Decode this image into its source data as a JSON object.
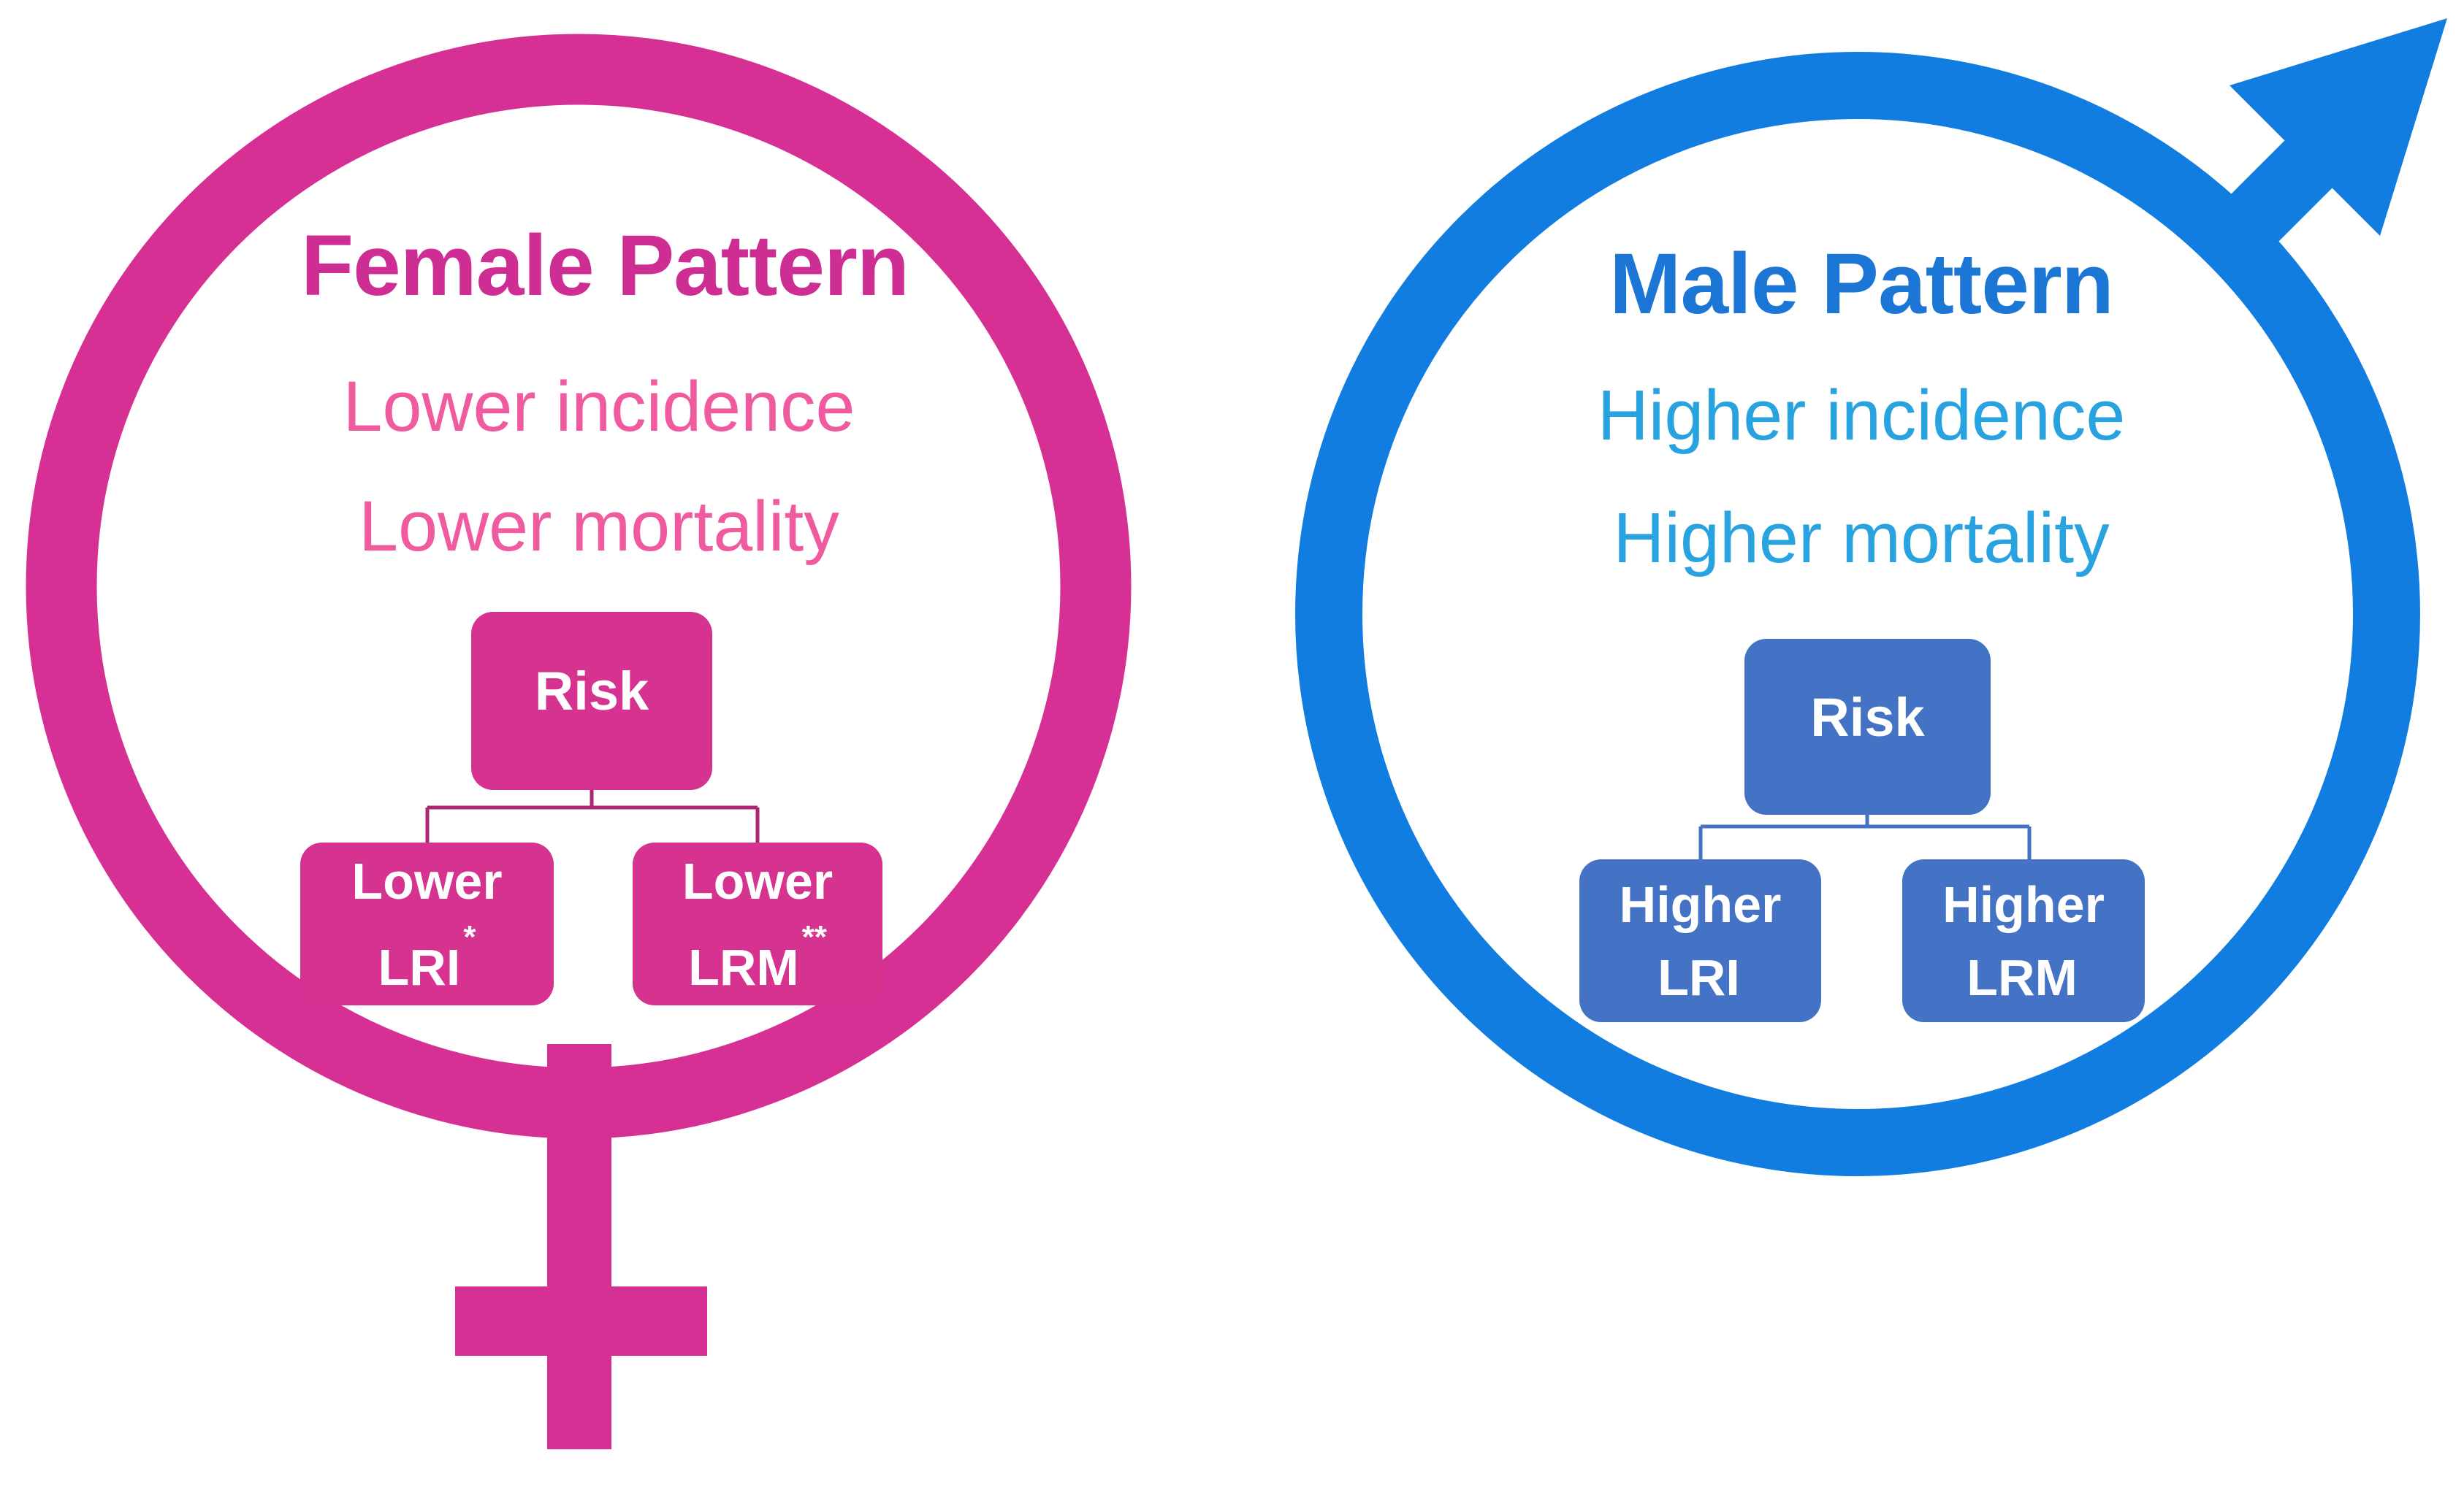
{
  "figure": {
    "background": "#FFFFFF",
    "description": "Female vs male pattern comparison inside gender symbols"
  },
  "female": {
    "symbol_icon": "female-gender-symbol",
    "color_primary": "#D73095",
    "color_title": "#CE2E94",
    "color_subtitle": "#EF5B9E",
    "color_box": "#D5338F",
    "color_connector": "#AD2673",
    "title": "Female Pattern",
    "subtitle1": "Lower incidence",
    "subtitle2": "Lower mortality",
    "tree": {
      "root_label": "Risk",
      "children": [
        {
          "line1": "Lower",
          "line2": "LRI",
          "sup": "*"
        },
        {
          "line1": "Lower",
          "line2": "LRM",
          "sup": "**"
        }
      ]
    }
  },
  "male": {
    "symbol_icon": "male-gender-symbol",
    "color_primary": "#117DE0",
    "color_title": "#1C76D6",
    "color_subtitle": "#29A3DF",
    "color_box": "#4472C4",
    "color_connector": "#4472C4",
    "title": "Male Pattern",
    "subtitle1": "Higher incidence",
    "subtitle2": "Higher mortality",
    "tree": {
      "root_label": "Risk",
      "children": [
        {
          "line1": "Higher",
          "line2": "LRI",
          "sup": ""
        },
        {
          "line1": "Higher",
          "line2": "LRM",
          "sup": ""
        }
      ]
    }
  }
}
